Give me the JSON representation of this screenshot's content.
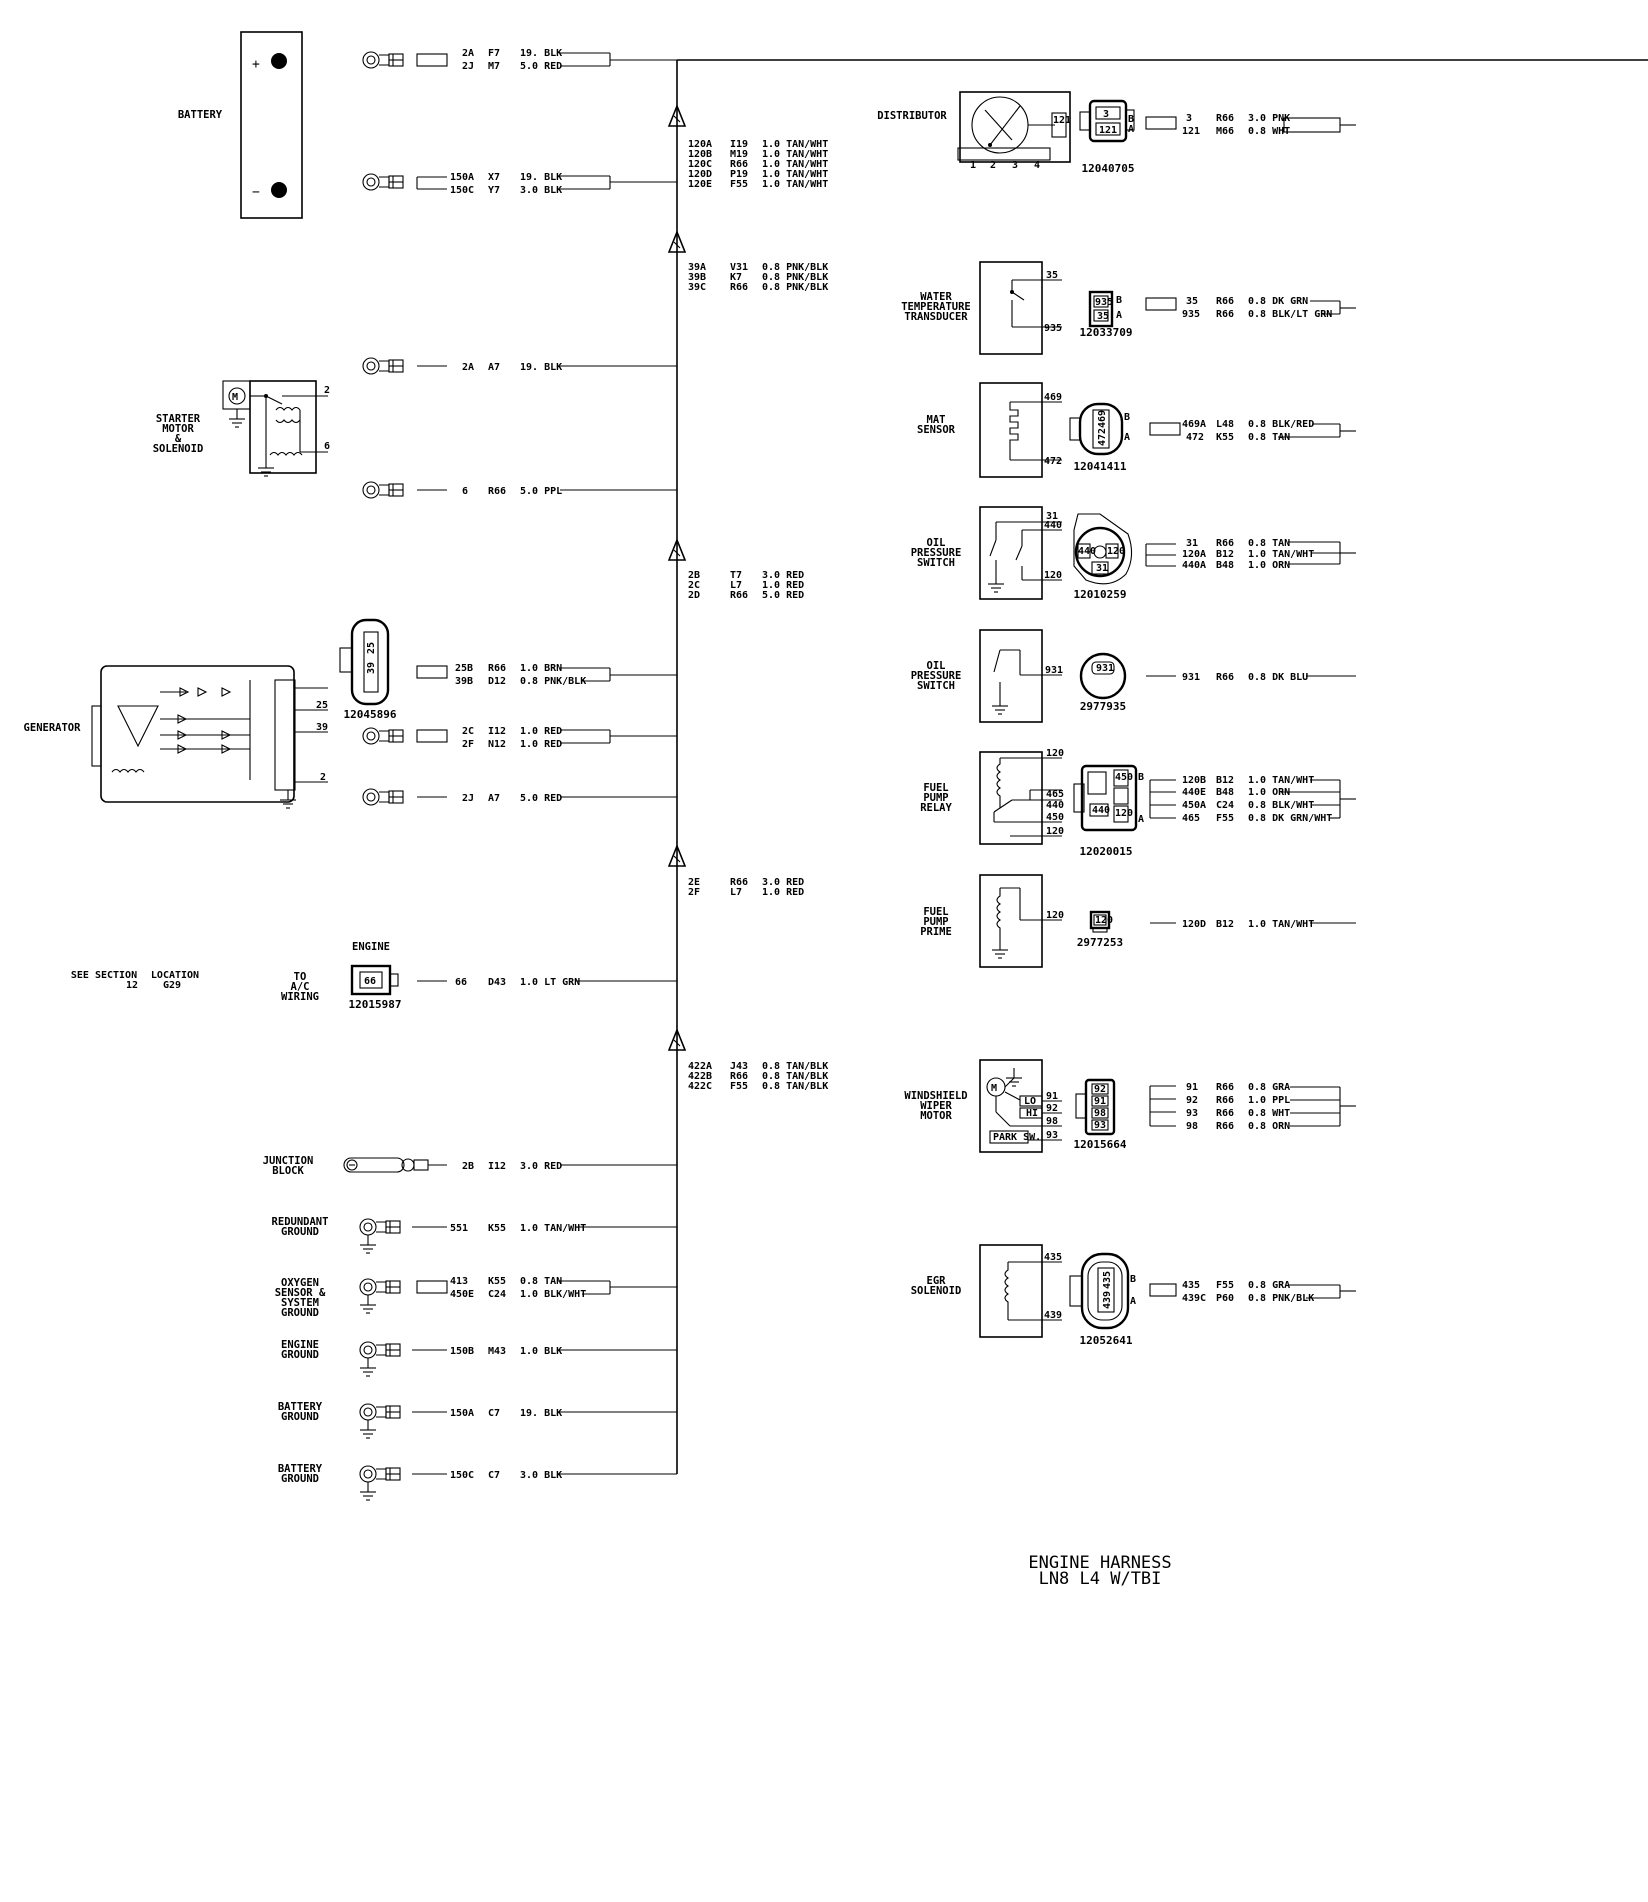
{
  "title": [
    "ENGINE HARNESS",
    "LN8 L4 W/TBI"
  ],
  "components": {
    "battery": "BATTERY",
    "starter": [
      "STARTER",
      "MOTOR",
      "&",
      "SOLENOID"
    ],
    "starter_pins": [
      "2",
      "6"
    ],
    "generator": "GENERATOR",
    "generator_pins": [
      "25",
      "39",
      "2"
    ],
    "generator_conn_cavities": [
      "25",
      "39"
    ],
    "generator_conn": "12045896",
    "see_section": [
      "SEE SECTION",
      "LOCATION",
      "12",
      "G29"
    ],
    "engine": "ENGINE",
    "to_ac": [
      "TO",
      "A/C",
      "WIRING"
    ],
    "ac_conn": "12015987",
    "ac_cavity": "66",
    "junction_block": [
      "JUNCTION",
      "BLOCK"
    ],
    "redundant_ground": [
      "REDUNDANT",
      "GROUND"
    ],
    "oxygen_ground": [
      "OXYGEN",
      "SENSOR &",
      "SYSTEM",
      "GROUND"
    ],
    "engine_ground": [
      "ENGINE",
      "GROUND"
    ],
    "battery_ground": [
      "BATTERY",
      "GROUND"
    ],
    "distributor": "DISTRIBUTOR",
    "distributor_conn": "12040705",
    "distributor_pins": [
      "121",
      "1",
      "2",
      "3",
      "4"
    ],
    "distributor_cavities": [
      "3",
      "121"
    ],
    "distributor_letters": [
      "B",
      "A"
    ],
    "water_temp": [
      "WATER",
      "TEMPERATURE",
      "TRANSDUCER"
    ],
    "water_temp_conn": "12033709",
    "water_temp_pins": [
      "35",
      "935"
    ],
    "mat_sensor": [
      "MAT",
      "SENSOR"
    ],
    "mat_conn": "12041411",
    "mat_pins": [
      "469",
      "472"
    ],
    "oil_switch1": [
      "OIL",
      "PRESSURE",
      "SWITCH"
    ],
    "oil_conn1": "12010259",
    "oil_pins1": [
      "31",
      "440",
      "120"
    ],
    "oil_switch2": [
      "OIL",
      "PRESSURE",
      "SWITCH"
    ],
    "oil_conn2": "2977935",
    "oil_pin2": "931",
    "fuel_relay": [
      "FUEL",
      "PUMP",
      "RELAY"
    ],
    "fuel_relay_conn": "12020015",
    "fuel_relay_pins": [
      "120",
      "465",
      "440",
      "450",
      "120"
    ],
    "fuel_prime": [
      "FUEL",
      "PUMP",
      "PRIME"
    ],
    "fuel_prime_conn": "2977253",
    "fuel_prime_pin": "120",
    "wiper": [
      "WINDSHIELD",
      "WIPER",
      "MOTOR"
    ],
    "wiper_conn": "12015664",
    "wiper_labels": [
      "LO",
      "HI",
      "PARK SW."
    ],
    "wiper_pins": [
      "91",
      "92",
      "93",
      "98"
    ],
    "egr": [
      "EGR",
      "SOLENOID"
    ],
    "egr_conn": "12052641",
    "egr_pins": [
      "435",
      "439"
    ]
  },
  "left_wires": {
    "w1": {
      "c": [
        "2A",
        "2J"
      ],
      "n": [
        "F7",
        "M7"
      ],
      "g": [
        "19. BLK",
        "5.0 RED"
      ]
    },
    "w2": {
      "c": [
        "150A",
        "150C"
      ],
      "n": [
        "X7",
        "Y7"
      ],
      "g": [
        "19. BLK",
        "3.0 BLK"
      ]
    },
    "w3": {
      "c": [
        "2A"
      ],
      "n": [
        "A7"
      ],
      "g": [
        "19. BLK"
      ]
    },
    "w4": {
      "c": [
        "6"
      ],
      "n": [
        "R66"
      ],
      "g": [
        "5.0 PPL"
      ]
    },
    "w5": {
      "c": [
        "25B",
        "39B"
      ],
      "n": [
        "R66",
        "D12"
      ],
      "g": [
        "1.0 BRN",
        "0.8 PNK/BLK"
      ]
    },
    "w6": {
      "c": [
        "2C",
        "2F"
      ],
      "n": [
        "I12",
        "N12"
      ],
      "g": [
        "1.0 RED",
        "1.0 RED"
      ]
    },
    "w7": {
      "c": [
        "2J"
      ],
      "n": [
        "A7"
      ],
      "g": [
        "5.0 RED"
      ]
    },
    "w8": {
      "c": [
        "66"
      ],
      "n": [
        "D43"
      ],
      "g": [
        "1.0 LT GRN"
      ]
    },
    "w9": {
      "c": [
        "2B"
      ],
      "n": [
        "I12"
      ],
      "g": [
        "3.0 RED"
      ]
    },
    "w10": {
      "c": [
        "551"
      ],
      "n": [
        "K55"
      ],
      "g": [
        "1.0 TAN/WHT"
      ]
    },
    "w11": {
      "c": [
        "413",
        "450E"
      ],
      "n": [
        "K55",
        "C24"
      ],
      "g": [
        "0.8 TAN",
        "1.0 BLK/WHT"
      ]
    },
    "w12": {
      "c": [
        "150B"
      ],
      "n": [
        "M43"
      ],
      "g": [
        "1.0 BLK"
      ]
    },
    "w13": {
      "c": [
        "150A"
      ],
      "n": [
        "C7"
      ],
      "g": [
        "19. BLK"
      ]
    },
    "w14": {
      "c": [
        "150C"
      ],
      "n": [
        "C7"
      ],
      "g": [
        "3.0 BLK"
      ]
    }
  },
  "splices": {
    "s1": {
      "c": [
        "120A",
        "120B",
        "120C",
        "120D",
        "120E"
      ],
      "n": [
        "I19",
        "M19",
        "R66",
        "P19",
        "F55"
      ],
      "g": [
        "1.0 TAN/WHT",
        "1.0 TAN/WHT",
        "1.0 TAN/WHT",
        "1.0 TAN/WHT",
        "1.0 TAN/WHT"
      ]
    },
    "s2": {
      "c": [
        "39A",
        "39B",
        "39C"
      ],
      "n": [
        "V31",
        "K7",
        "R66"
      ],
      "g": [
        "0.8 PNK/BLK",
        "0.8 PNK/BLK",
        "0.8 PNK/BLK"
      ]
    },
    "s3": {
      "c": [
        "2B",
        "2C",
        "2D"
      ],
      "n": [
        "T7",
        "L7",
        "R66"
      ],
      "g": [
        "3.0 RED",
        "1.0 RED",
        "5.0 RED"
      ]
    },
    "s4": {
      "c": [
        "2E",
        "2F"
      ],
      "n": [
        "R66",
        "L7"
      ],
      "g": [
        "3.0 RED",
        "1.0 RED"
      ]
    },
    "s5": {
      "c": [
        "422A",
        "422B",
        "422C"
      ],
      "n": [
        "J43",
        "R66",
        "F55"
      ],
      "g": [
        "0.8 TAN/BLK",
        "0.8 TAN/BLK",
        "0.8 TAN/BLK"
      ]
    }
  },
  "right_wires": {
    "r1": {
      "c": [
        "3",
        "121"
      ],
      "n": [
        "R66",
        "M66"
      ],
      "g": [
        "3.0 PNK",
        "0.8 WHT"
      ]
    },
    "r2": {
      "c": [
        "35",
        "935"
      ],
      "n": [
        "R66",
        "R66"
      ],
      "g": [
        "0.8 DK GRN",
        "0.8 BLK/LT GRN"
      ]
    },
    "r3": {
      "c": [
        "469A",
        "472"
      ],
      "n": [
        "L48",
        "K55"
      ],
      "g": [
        "0.8 BLK/RED",
        "0.8 TAN"
      ]
    },
    "r4": {
      "c": [
        "31",
        "120A",
        "440A"
      ],
      "n": [
        "R66",
        "B12",
        "B48"
      ],
      "g": [
        "0.8 TAN",
        "1.0 TAN/WHT",
        "1.0 ORN"
      ]
    },
    "r5": {
      "c": [
        "931"
      ],
      "n": [
        "R66"
      ],
      "g": [
        "0.8 DK BLU"
      ]
    },
    "r6": {
      "c": [
        "120B",
        "440E",
        "450A",
        "465"
      ],
      "n": [
        "B12",
        "B48",
        "C24",
        "F55"
      ],
      "g": [
        "1.0 TAN/WHT",
        "1.0 ORN",
        "0.8 BLK/WHT",
        "0.8 DK GRN/WHT"
      ]
    },
    "r7": {
      "c": [
        "120D"
      ],
      "n": [
        "B12"
      ],
      "g": [
        "1.0 TAN/WHT"
      ]
    },
    "r8": {
      "c": [
        "91",
        "92",
        "93",
        "98"
      ],
      "n": [
        "R66",
        "R66",
        "R66",
        "R66"
      ],
      "g": [
        "0.8 GRA",
        "1.0 PPL",
        "0.8 WHT",
        "0.8 ORN"
      ]
    },
    "r9": {
      "c": [
        "435",
        "439C"
      ],
      "n": [
        "F55",
        "P60"
      ],
      "g": [
        "0.8 GRA",
        "0.8 PNK/BLK"
      ]
    }
  }
}
